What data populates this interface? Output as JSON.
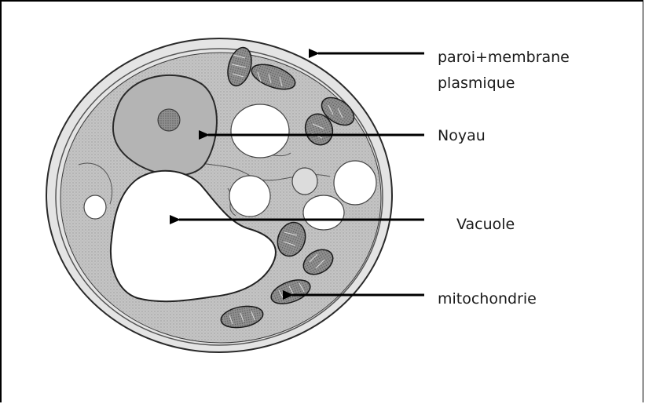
{
  "labels": {
    "paroi_line1": "paroi+membrane",
    "paroi_line2": "plasmique",
    "noyau": "Noyau",
    "vacuole": "Vacuole",
    "mitochondrie": "mitochondrie"
  },
  "colors": {
    "background": "#ffffff",
    "cytoplasm": "#c9c9c9",
    "outline": "#2a2a2a",
    "arrow": "#000000"
  }
}
